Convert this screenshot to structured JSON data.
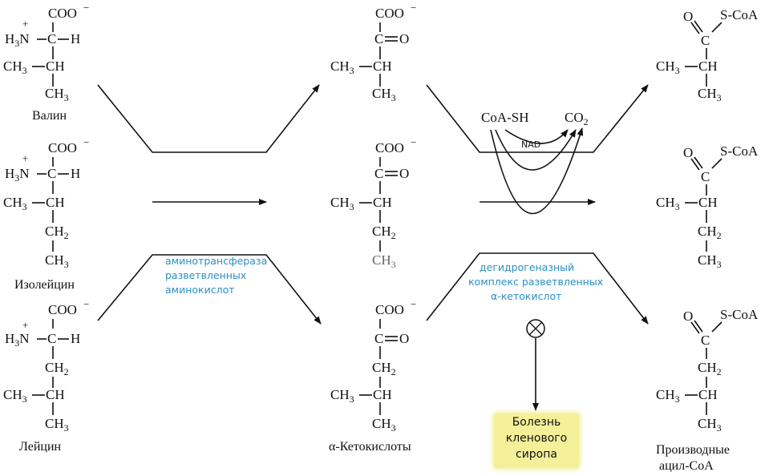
{
  "labels": {
    "valine": "Валин",
    "isoleucine": "Изолейцин",
    "leucine": "Лейцин",
    "keto_acids": "α-Кетокислоты",
    "acyl_coa": [
      "Производные",
      "ацил-CoA"
    ]
  },
  "enzyme1": [
    "аминотрансфераза",
    "разветвленных",
    "аминокислот"
  ],
  "enzyme2": [
    "дегидрогеназный",
    "комплекс разветвленных",
    "α-кетокислот"
  ],
  "cofactors": {
    "coa_sh": "CoA-SH",
    "co2": "CO2",
    "nad": "NAD"
  },
  "disease": [
    "Болезнь",
    "кленового",
    "сиропа"
  ],
  "chem": {
    "coo": "COO",
    "minus": "−",
    "plus": "+",
    "h3n": "H3N",
    "c": "C",
    "h": "H",
    "ch": "CH",
    "ch3": "CH3",
    "ch2": "CH2",
    "o": "O",
    "scoa": "S-CoA",
    "dash": "—"
  },
  "colors": {
    "enzyme_text": "#2a8fc4",
    "disease_bg": "#f4f09a"
  }
}
